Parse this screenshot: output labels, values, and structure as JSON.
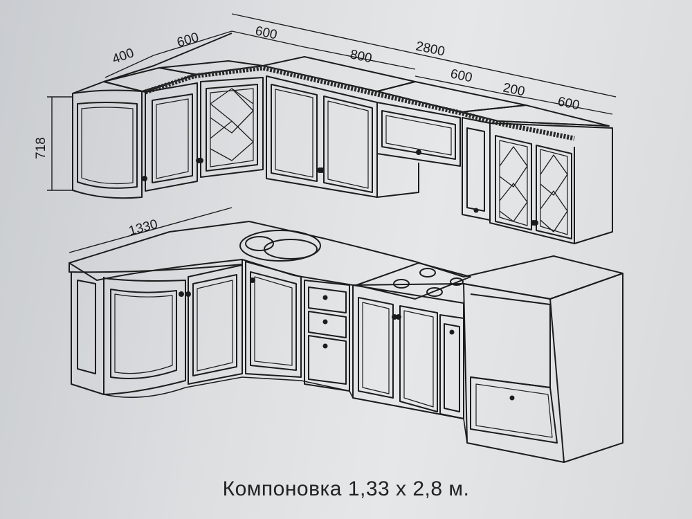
{
  "dimensions": {
    "upper": [
      "400",
      "600",
      "600",
      "800",
      "2800",
      "600",
      "200",
      "600"
    ],
    "height": "718",
    "base": "1330"
  },
  "caption": "Компоновка 1,33 х 2,8 м."
}
